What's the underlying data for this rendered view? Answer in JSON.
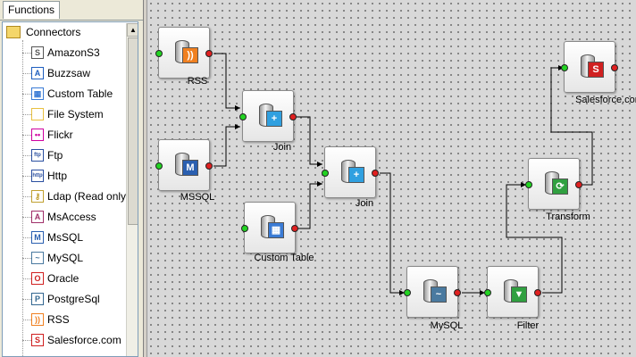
{
  "panel": {
    "tab_label": "Functions"
  },
  "tree": {
    "root": "Connectors",
    "items": [
      {
        "label": "AmazonS3",
        "icon": "amazons3-icon",
        "glyph": "S",
        "color": "#555555"
      },
      {
        "label": "Buzzsaw",
        "icon": "buzzsaw-icon",
        "glyph": "A",
        "color": "#1f5fbf"
      },
      {
        "label": "Custom Table",
        "icon": "custom-table-icon",
        "glyph": "▦",
        "color": "#3a7bd5"
      },
      {
        "label": "File System",
        "icon": "file-icon",
        "glyph": "",
        "color": "#e8c040"
      },
      {
        "label": "Flickr",
        "icon": "flickr-icon",
        "glyph": "••",
        "color": "#d000a0"
      },
      {
        "label": "Ftp",
        "icon": "ftp-icon",
        "glyph": "ftp",
        "color": "#2a4fa0"
      },
      {
        "label": "Http",
        "icon": "http-icon",
        "glyph": "http",
        "color": "#2a4fa0"
      },
      {
        "label": "Ldap (Read only)",
        "icon": "ldap-icon",
        "glyph": "⚷",
        "color": "#c0a030"
      },
      {
        "label": "MsAccess",
        "icon": "msaccess-icon",
        "glyph": "A",
        "color": "#a0306a"
      },
      {
        "label": "MsSQL",
        "icon": "mssql-icon",
        "glyph": "M",
        "color": "#2a5fb0"
      },
      {
        "label": "MySQL",
        "icon": "mysql-icon",
        "glyph": "~",
        "color": "#4a7aa0"
      },
      {
        "label": "Oracle",
        "icon": "oracle-icon",
        "glyph": "O",
        "color": "#d02020"
      },
      {
        "label": "PostgreSql",
        "icon": "postgresql-icon",
        "glyph": "P",
        "color": "#336791"
      },
      {
        "label": "RSS",
        "icon": "rss-icon",
        "glyph": "))",
        "color": "#f08020"
      },
      {
        "label": "Salesforce.com",
        "icon": "salesforce-icon",
        "glyph": "S",
        "color": "#d02020"
      }
    ]
  },
  "components": [
    {
      "id": "rss",
      "label": "RSS",
      "icon": "rss-icon",
      "badge": "))",
      "color": "#f08020"
    },
    {
      "id": "mssql",
      "label": "MSSQL",
      "icon": "mssql-icon",
      "badge": "M",
      "color": "#2a5fb0"
    },
    {
      "id": "join1",
      "label": "Join",
      "icon": "join-icon",
      "badge": "+",
      "color": "#30a0e0"
    },
    {
      "id": "custom",
      "label": "Custom Table",
      "icon": "custom-table-icon",
      "badge": "▦",
      "color": "#3a7bd5"
    },
    {
      "id": "join2",
      "label": "Join",
      "icon": "join-icon",
      "badge": "+",
      "color": "#30a0e0"
    },
    {
      "id": "mysql",
      "label": "MySQL",
      "icon": "mysql-icon",
      "badge": "~",
      "color": "#4a7aa0"
    },
    {
      "id": "filter",
      "label": "Filter",
      "icon": "filter-icon",
      "badge": "▼",
      "color": "#30a040"
    },
    {
      "id": "transform",
      "label": "Transform",
      "icon": "transform-icon",
      "badge": "⟳",
      "color": "#30a040"
    },
    {
      "id": "salesforce",
      "label": "Salesforce.com",
      "icon": "salesforce-icon",
      "badge": "S",
      "color": "#d02020"
    }
  ]
}
